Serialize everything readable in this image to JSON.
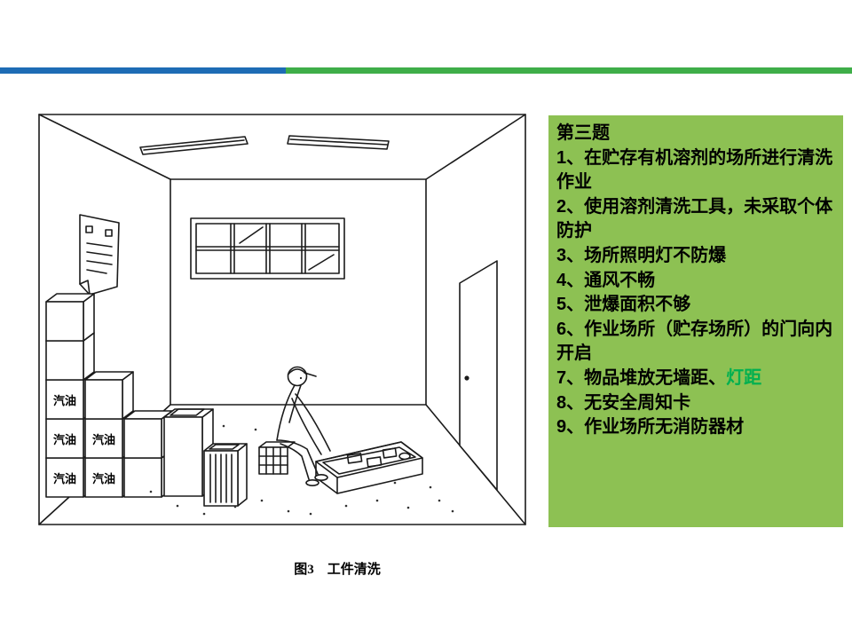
{
  "slide": {
    "caption": "图3　工件清洗"
  },
  "accent_bar": {
    "blue": "#1e6cb5",
    "green": "#3fae49"
  },
  "panel": {
    "background": "#8dc153",
    "highlight_color": "#00b050",
    "title": "第三题",
    "items": [
      {
        "text": "1、在贮存有机溶剂的场所进行清洗作业"
      },
      {
        "text": "2、使用溶剂清洗工具，未采取个体防护"
      },
      {
        "text": "3、场所照明灯不防爆"
      },
      {
        "text": "4、通风不畅"
      },
      {
        "text": "5、泄爆面积不够"
      },
      {
        "text": "6、作业场所（贮存场所）的门向内开启"
      },
      {
        "text": "7、物品堆放无墙距、",
        "highlight": "灯距"
      },
      {
        "text": "8、无安全周知卡"
      },
      {
        "text": "9、作业场所无消防器材"
      }
    ]
  },
  "illustration": {
    "box_label": "汽油"
  }
}
